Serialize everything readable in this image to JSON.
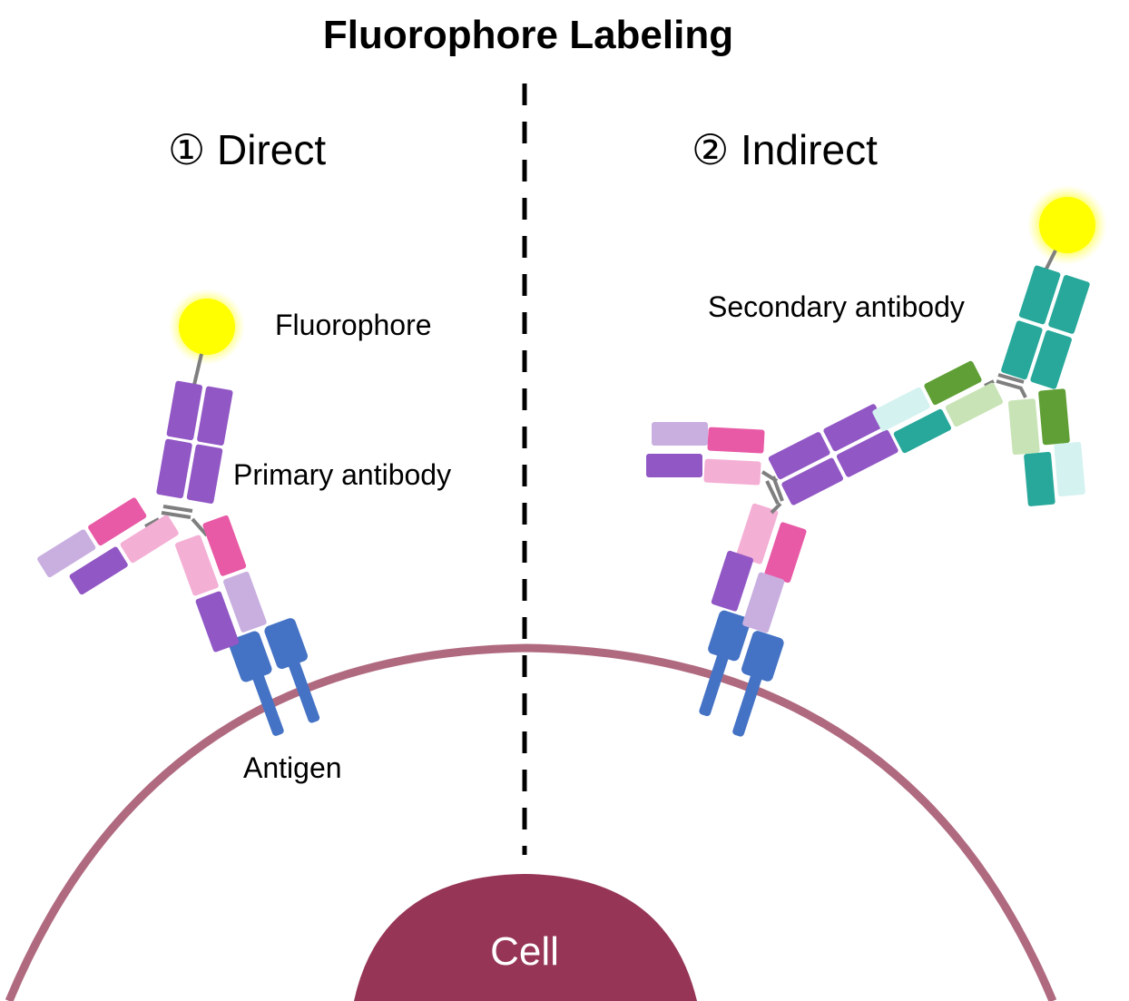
{
  "title": "Fluorophore Labeling",
  "panels": {
    "direct": {
      "number": "①",
      "label": "Direct",
      "heading": "① Direct"
    },
    "indirect": {
      "number": "②",
      "label": "Indirect",
      "heading": "② Indirect"
    }
  },
  "labels": {
    "fluorophore": "Fluorophore",
    "primary_antibody": "Primary antibody",
    "antigen": "Antigen",
    "secondary_antibody": "Secondary antibody",
    "cell": "Cell"
  },
  "colors": {
    "membrane": "#b06a80",
    "nucleus": "#963556",
    "fluorophore": "#ffff00",
    "heavy_chain_primary": "#9157c5",
    "light_chain_dark": "#e85aa6",
    "light_chain_light": "#f4afd5",
    "light_chain_lavender": "#c9afe0",
    "antigen": "#4472c4",
    "secondary_teal": "#27a89a",
    "secondary_green": "#5f9f35",
    "secondary_light_green": "#c8e4b6",
    "secondary_pale_cyan": "#d3f2f0",
    "linker": "#7f7f7f",
    "divider": "#000000"
  }
}
